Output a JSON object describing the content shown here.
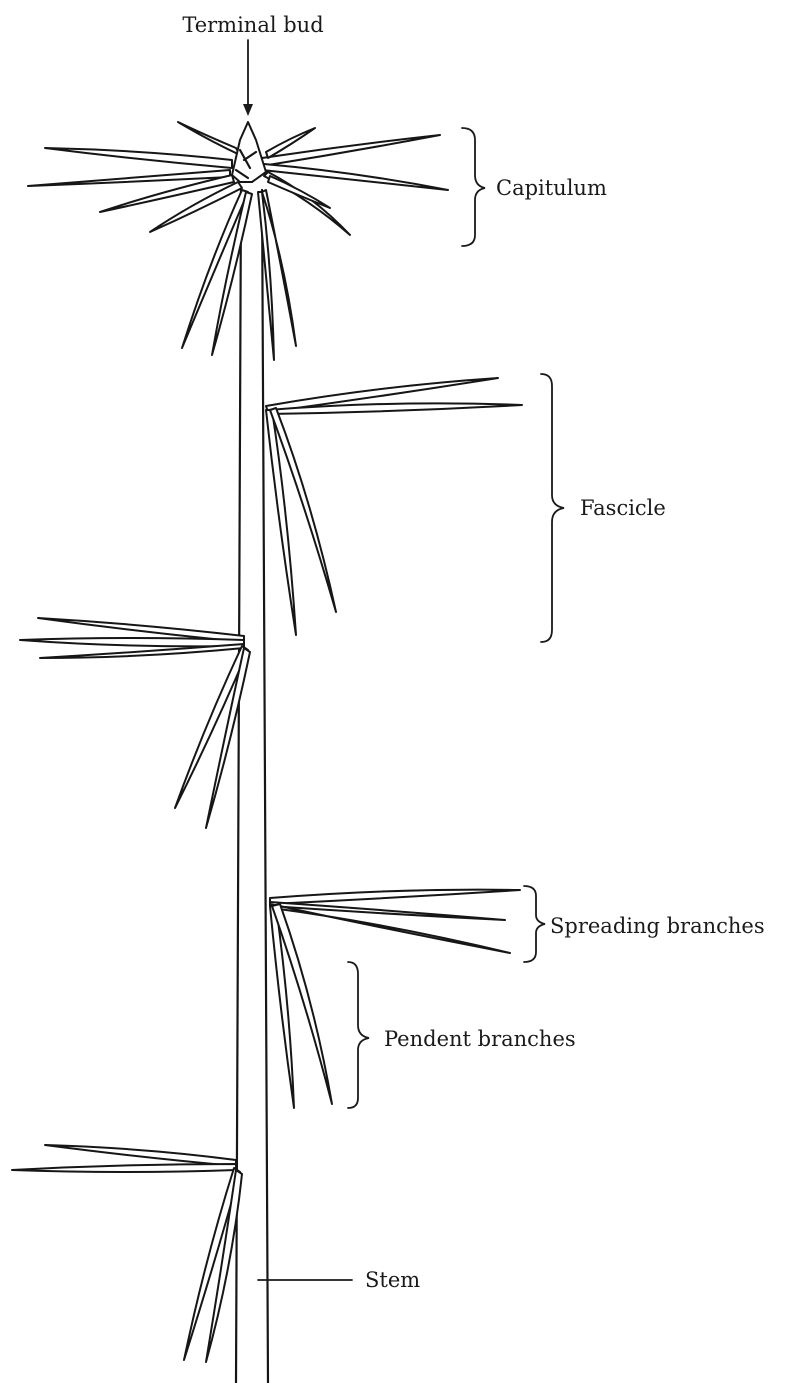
{
  "labels": {
    "terminal_bud": "Terminal bud",
    "capitulum": "Capitulum",
    "fascicle": "Fascicle",
    "spreading_branches": "Spreading branches",
    "pendent_branches": "Pendent branches",
    "stem": "Stem"
  },
  "colors": {
    "ink": "#161616",
    "background": "#ffffff"
  }
}
